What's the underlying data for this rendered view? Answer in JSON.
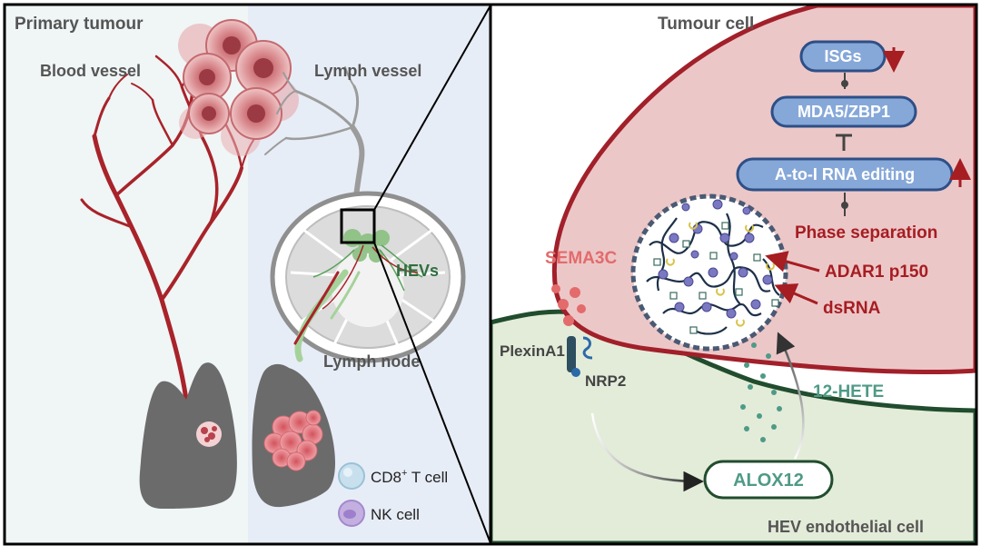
{
  "left_panel": {
    "title": "Primary tumour",
    "labels": {
      "blood_vessel": "Blood vessel",
      "lymph_vessel": "Lymph vessel",
      "hevs": "HEVs",
      "lymph_node": "Lymph node"
    },
    "legend": [
      {
        "label_main": "CD8",
        "label_sup": "+",
        "label_rest": " T cell",
        "icon": "cd8-t-cell-icon"
      },
      {
        "label_main": "NK cell",
        "label_sup": "",
        "label_rest": "",
        "icon": "nk-cell-icon"
      }
    ]
  },
  "right_panel": {
    "tumour_cell_label": "Tumour cell",
    "hev_cell_label": "HEV endothelial cell",
    "pathway": {
      "isgs": "ISGs",
      "mda5_zbp1": "MDA5/ZBP1",
      "rna_editing": "A-to-I RNA editing",
      "phase_separation": "Phase separation"
    },
    "annotations": {
      "adar1": "ADAR1 p150",
      "dsrna": "dsRNA",
      "sema3c": "SEMA3C",
      "plexina1": "PlexinA1",
      "nrp2": "NRP2",
      "hete": "12-HETE",
      "alox12": "ALOX12"
    }
  },
  "colors": {
    "dark_red": "#a61d22",
    "blue_box": "#86a8d8",
    "blue_outline": "#2e4f86",
    "green_teal": "#4f9a86",
    "hev_bg": "#e3ecd9",
    "tumour_bg": "#ecc7c8",
    "sema_pink": "#e36b6b"
  }
}
